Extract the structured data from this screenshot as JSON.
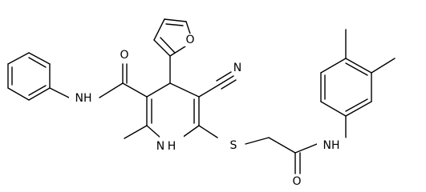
{
  "molecule": {
    "atoms": {
      "cyano_n": "N",
      "furan_o": "O",
      "amide1_o": "O",
      "amide1_nh": "NH",
      "ring_nh": "H\nN",
      "thio_s": "S",
      "amide2_o": "O",
      "amide2_nh": "NH"
    }
  }
}
